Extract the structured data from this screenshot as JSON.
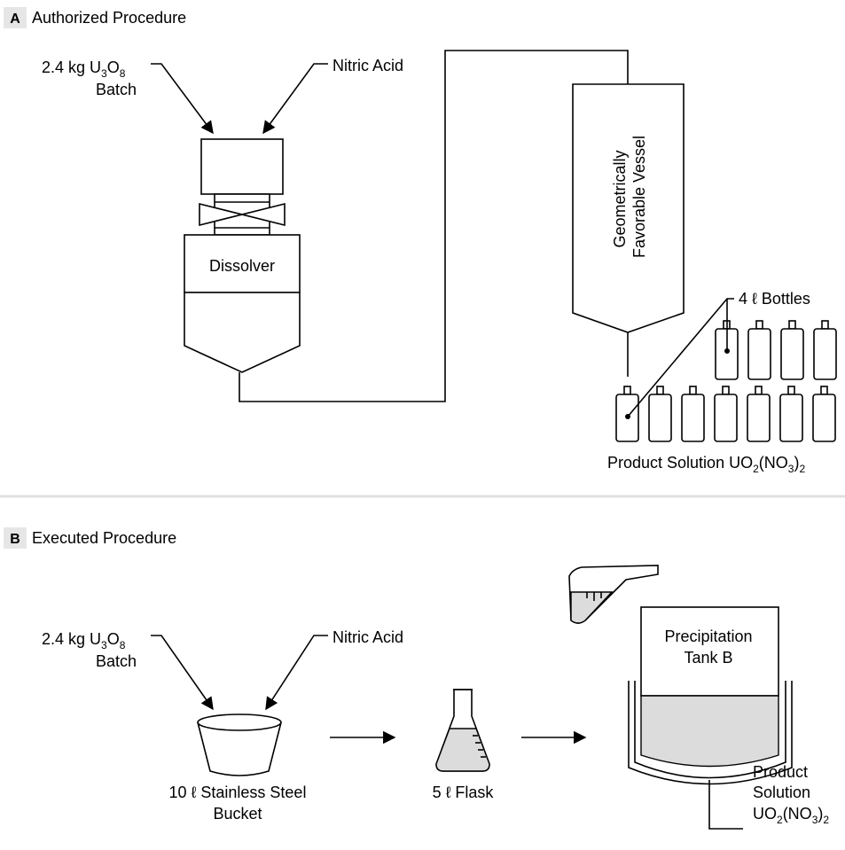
{
  "panel_a": {
    "badge": "A",
    "title": "Authorized Procedure",
    "batch_line1": "2.4 kg U",
    "batch_sub1": "3",
    "batch_mid": "O",
    "batch_sub2": "8",
    "batch_line2": "Batch",
    "acid": "Nitric Acid",
    "dissolver": "Dissolver",
    "vessel_line1": "Geometrically",
    "vessel_line2": "Favorable Vessel",
    "bottles_label": "4 ℓ Bottles",
    "product_text": "Product Solution UO",
    "product_sub1": "2",
    "product_mid": "(NO",
    "product_sub2": "3",
    "product_end": ")",
    "product_sub3": "2"
  },
  "panel_b": {
    "badge": "B",
    "title": "Executed Procedure",
    "batch_line1": "2.4 kg U",
    "batch_sub1": "3",
    "batch_mid": "O",
    "batch_sub2": "8",
    "batch_line2": "Batch",
    "acid": "Nitric Acid",
    "bucket_line1": "10 ℓ Stainless Steel",
    "bucket_line2": "Bucket",
    "flask": "5 ℓ Flask",
    "tank_line1": "Precipitation",
    "tank_line2": "Tank B",
    "product_line1": "Product",
    "product_line2": "Solution",
    "product_line3": "UO",
    "product_sub1": "2",
    "product_mid": "(NO",
    "product_sub2": "3",
    "product_end": ")",
    "product_sub3": "2"
  },
  "colors": {
    "badge_bg": "#e6e6e6",
    "liquid": "#dcdcdc",
    "divider": "#e0e0e0"
  }
}
